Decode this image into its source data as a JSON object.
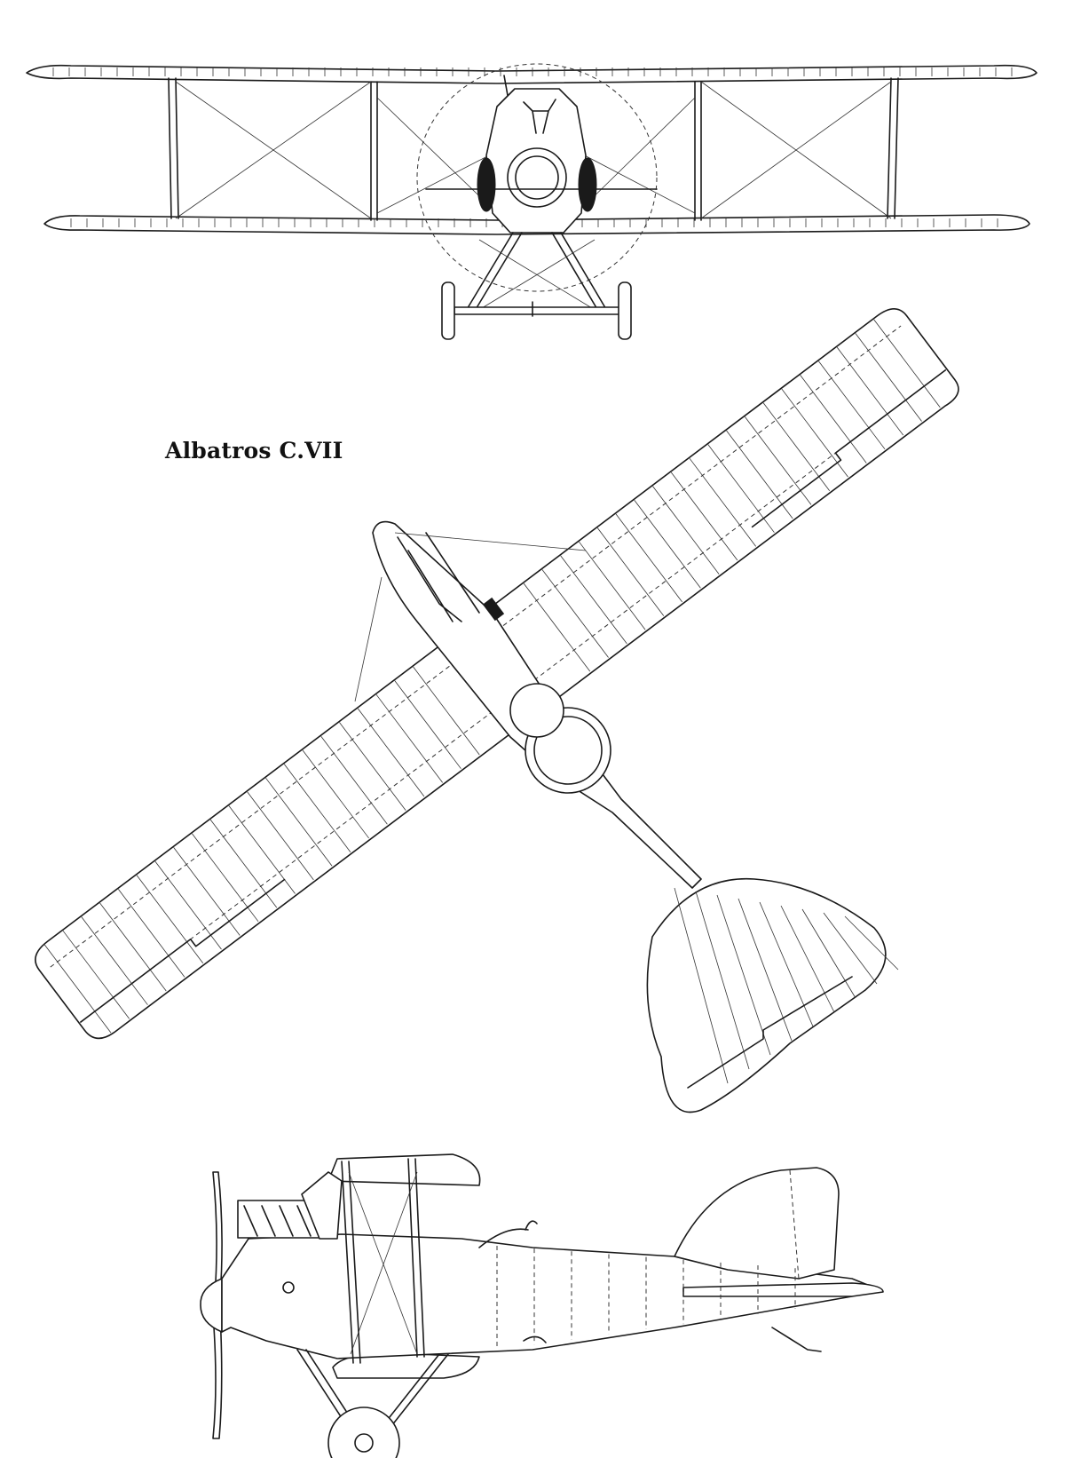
{
  "drawing": {
    "title": "Albatros C.VII",
    "views": [
      "front-view",
      "top-view",
      "side-view"
    ]
  }
}
